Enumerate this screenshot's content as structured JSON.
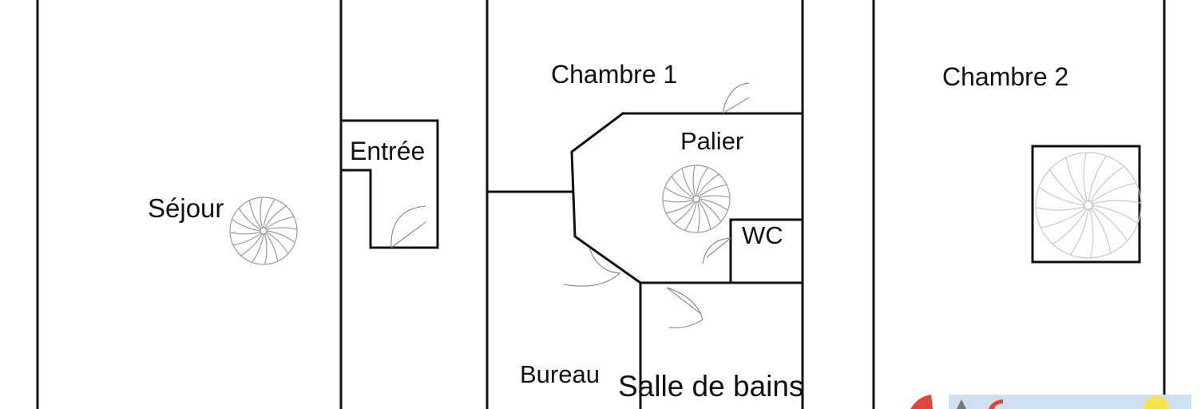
{
  "plan": {
    "rooms": {
      "sejour": "Séjour",
      "entree": "Entrée",
      "chambre1": "Chambre 1",
      "palier": "Palier",
      "wc": "WC",
      "bureau": "Bureau",
      "salle_de_bains": "Salle de bains",
      "chambre2": "Chambre 2"
    },
    "colors": {
      "wall": "#111111",
      "stair": "#9a9a9a",
      "logo_red": "#e0453d",
      "logo_blue": "#cfe0f2",
      "logo_yellow": "#f5e24a"
    }
  }
}
